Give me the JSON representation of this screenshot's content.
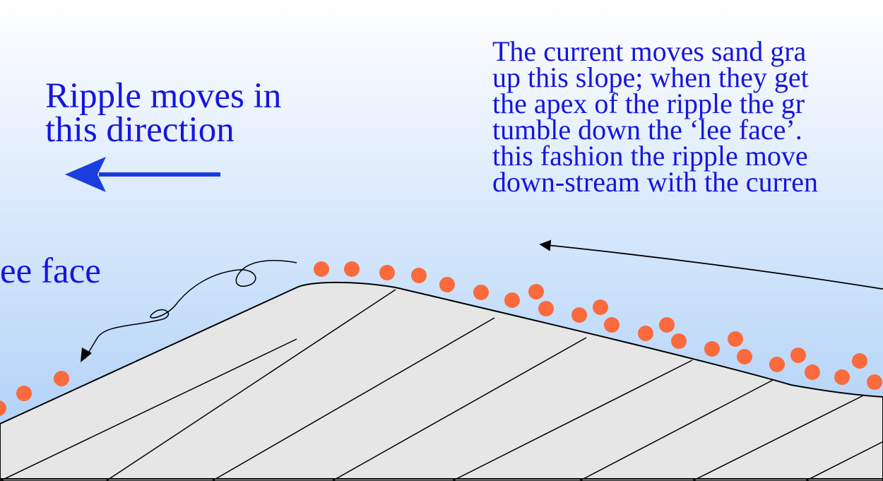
{
  "labels": {
    "direction": "Ripple moves in\nthis direction",
    "lee_face": "ee face",
    "current": "The current moves sand gra\nup this slope; when they get\nthe apex of the ripple the gr\ntumble down the ‘lee face’.\nthis fashion the ripple move\ndown-stream with the curren"
  },
  "colors": {
    "text": "#1515e0",
    "arrow": "#1a3de0",
    "grain": "#fb6a3c",
    "ripple_fill": "#e6e6e6",
    "outline": "#000000",
    "sky_top": "#ffffff",
    "sky_bottom": "#a9cdf7"
  }
}
